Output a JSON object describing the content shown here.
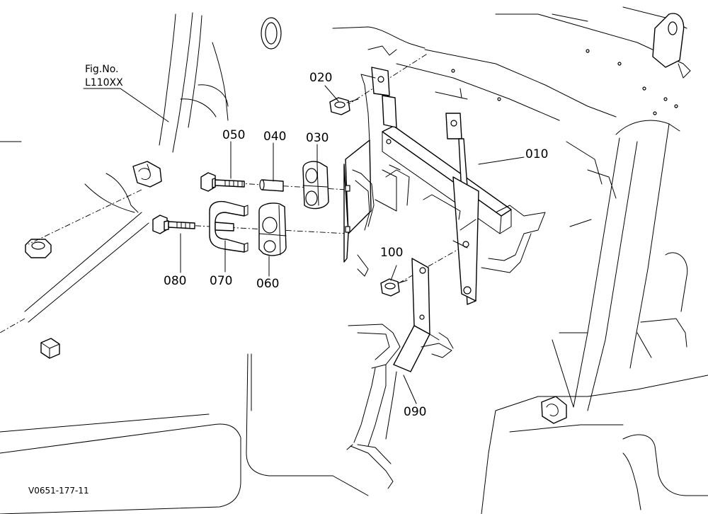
{
  "figure_ref": {
    "line1": "Fig.No.",
    "line2": "L110XX"
  },
  "callouts": {
    "p010": "010",
    "p020": "020",
    "p030": "030",
    "p040": "040",
    "p050": "050",
    "p060": "060",
    "p070": "070",
    "p080": "080",
    "p090": "090",
    "p100": "100"
  },
  "drawing_code": "V0651-177-11"
}
